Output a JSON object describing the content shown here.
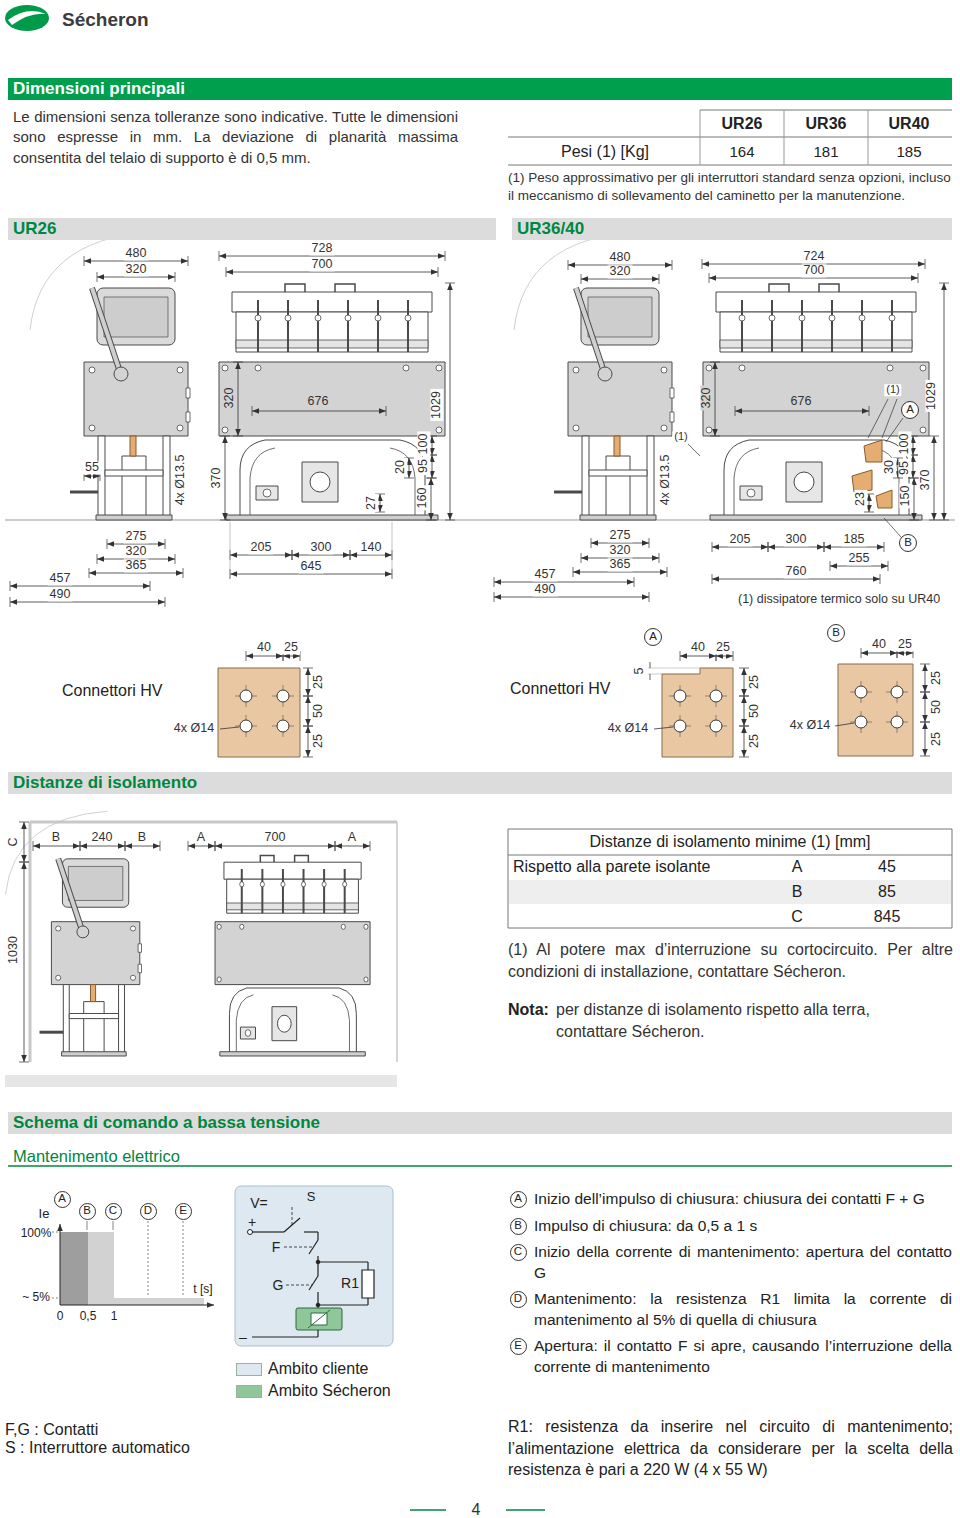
{
  "diagram": {
    "nodes": [
      {
        "text": [
          "Dimensioni principali"
        ]
      },
      {
        "text": [
          "UR26"
        ]
      },
      {
        "text": [
          "UR36/40"
        ]
      },
      {
        "text": [
          "A"
        ]
      },
      {
        "text": [
          "B"
        ]
      },
      {
        "text": [
          "A"
        ]
      },
      {
        "text": [
          "B"
        ]
      },
      {
        "text": [
          "Distanze di isolamento"
        ]
      },
      {
        "text": [
          "Schema di comando a bassa tensione"
        ]
      },
      {
        "text": [
          "A"
        ]
      },
      {
        "text": [
          "B"
        ]
      },
      {
        "text": [
          "C"
        ]
      },
      {
        "text": [
          "D"
        ]
      },
      {
        "text": [
          "E"
        ]
      },
      {
        "text": [
          "A"
        ]
      },
      {
        "text": [
          "B"
        ]
      },
      {
        "text": [
          "C"
        ]
      },
      {
        "text": [
          "D"
        ]
      },
      {
        "text": [
          "E"
        ]
      }
    ],
    "labels": [
      "Sécheron",
      "Le dimensioni senza tolleranze sono indicative. Tutte le dimensioni sono espresse in mm. La deviazione di planarità massima consentita del telaio di supporto è di 0,5 mm.",
      "UR26",
      "UR36",
      "UR40",
      "Pesi (1) [Kg]",
      "164",
      "181",
      "185",
      "(1) Peso approssimativo per gli interruttori standard senza opzioni, incluso il meccanismo di sollevamento del caminetto per la manutenzione.",
      "480",
      "320",
      "728",
      "700",
      "320",
      "676",
      "1029",
      "55",
      "4x Ø13.5",
      "370",
      "20",
      "100",
      "95",
      "27",
      "160",
      "275",
      "320",
      "365",
      "457",
      "490",
      "205",
      "300",
      "140",
      "645",
      "480",
      "320",
      "724",
      "700",
      "320",
      "676",
      "(1)",
      "1029",
      "(1)",
      "4x Ø13.5",
      "30",
      "100",
      "95",
      "370",
      "23",
      "150",
      "275",
      "320",
      "365",
      "457",
      "490",
      "205",
      "300",
      "185",
      "255",
      "760",
      "(1) dissipatore termico solo su UR40",
      "Connettori HV",
      "40",
      "25",
      "4x Ø14",
      "25",
      "50",
      "25",
      "Connettori HV",
      "40",
      "25",
      "5",
      "25",
      "50",
      "25",
      "4x Ø14",
      "40",
      "25",
      "4x Ø14",
      "25",
      "50",
      "25",
      "C",
      "B",
      "240",
      "B",
      "A",
      "700",
      "A",
      "1030",
      "Distanze di isolamento minime (1) [mm]",
      "Rispetto alla parete isolante",
      "A",
      "45",
      "B",
      "85",
      "C",
      "845",
      "(1) Al potere max d’interruzione su cortocircuito. Per altre condizioni di installazione, contattare Sécheron.",
      "Nota:",
      "per distanze di isolamento rispetto alla terra, contattare Sécheron.",
      "Mantenimento elettrico",
      "Ie",
      "100%",
      "~ 5%",
      "0",
      "0,5",
      "1",
      "t [s]",
      "V=",
      "+",
      "S",
      "F",
      "G",
      "R1",
      "–",
      "F,G : Contatti",
      "S : Interruttore automatico",
      "Inizio dell’impulso di chiusura: chiusura dei contatti F + G",
      "Impulso di chiusura: da 0,5 a 1 s",
      "Inizio della corrente di mantenimento: apertura del contatto G",
      "Mantenimento: la resistenza R1 limita la corrente di mantenimento al 5% di quella di chiusura",
      "Apertura: il contatto F si apre, causando l’interruzione della corrente di mantenimento",
      "R1: resistenza da inserire nel circuito di mantenimento; l’alimentazione elettrica da considerare per la scelta della resistenza è pari a 220 W (4 x 55 W)",
      "4"
    ],
    "legend": [
      {
        "text": "Ambito cliente",
        "color": "#dde8f0"
      },
      {
        "text": "Ambito Sécheron",
        "color": "#8fc79a"
      }
    ]
  }
}
